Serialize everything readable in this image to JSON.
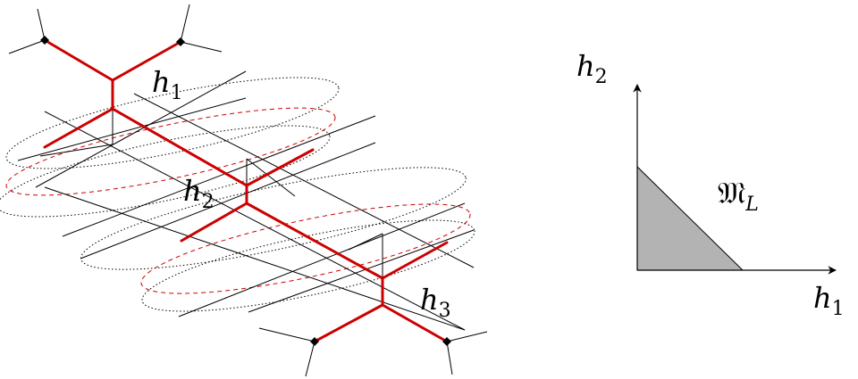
{
  "labels": {
    "h1": "h",
    "h1_sub": "1",
    "h2": "h",
    "h2_sub": "2",
    "h3": "h",
    "h3_sub": "3"
  },
  "plot": {
    "y_label": "h",
    "y_label_sub": "2",
    "x_label": "h",
    "x_label_sub": "1",
    "region_label": "𝔐",
    "region_label_sub": "L"
  },
  "colors": {
    "red": "#cc0000",
    "black": "#000000",
    "region_fill": "#b3b3b3"
  }
}
